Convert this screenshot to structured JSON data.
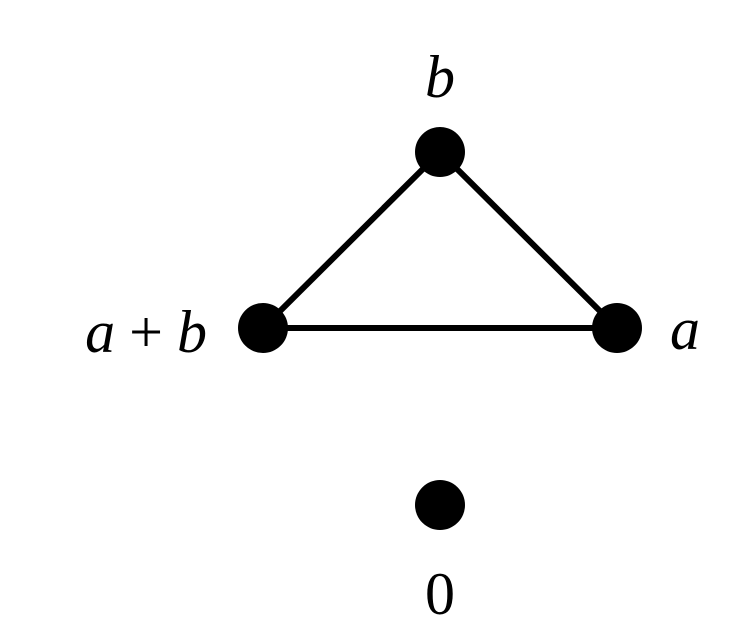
{
  "diagram": {
    "nodes": [
      {
        "id": "b",
        "label": "b"
      },
      {
        "id": "a-plus-b",
        "label_left": "a",
        "label_op": "+",
        "label_right": "b"
      },
      {
        "id": "a",
        "label": "a"
      },
      {
        "id": "zero",
        "label": "0"
      }
    ],
    "edges": [
      {
        "from": "b",
        "to": "a-plus-b"
      },
      {
        "from": "b",
        "to": "a"
      },
      {
        "from": "a-plus-b",
        "to": "a"
      }
    ],
    "colors": {
      "node": "#000000",
      "edge": "#000000",
      "background": "#ffffff"
    }
  }
}
